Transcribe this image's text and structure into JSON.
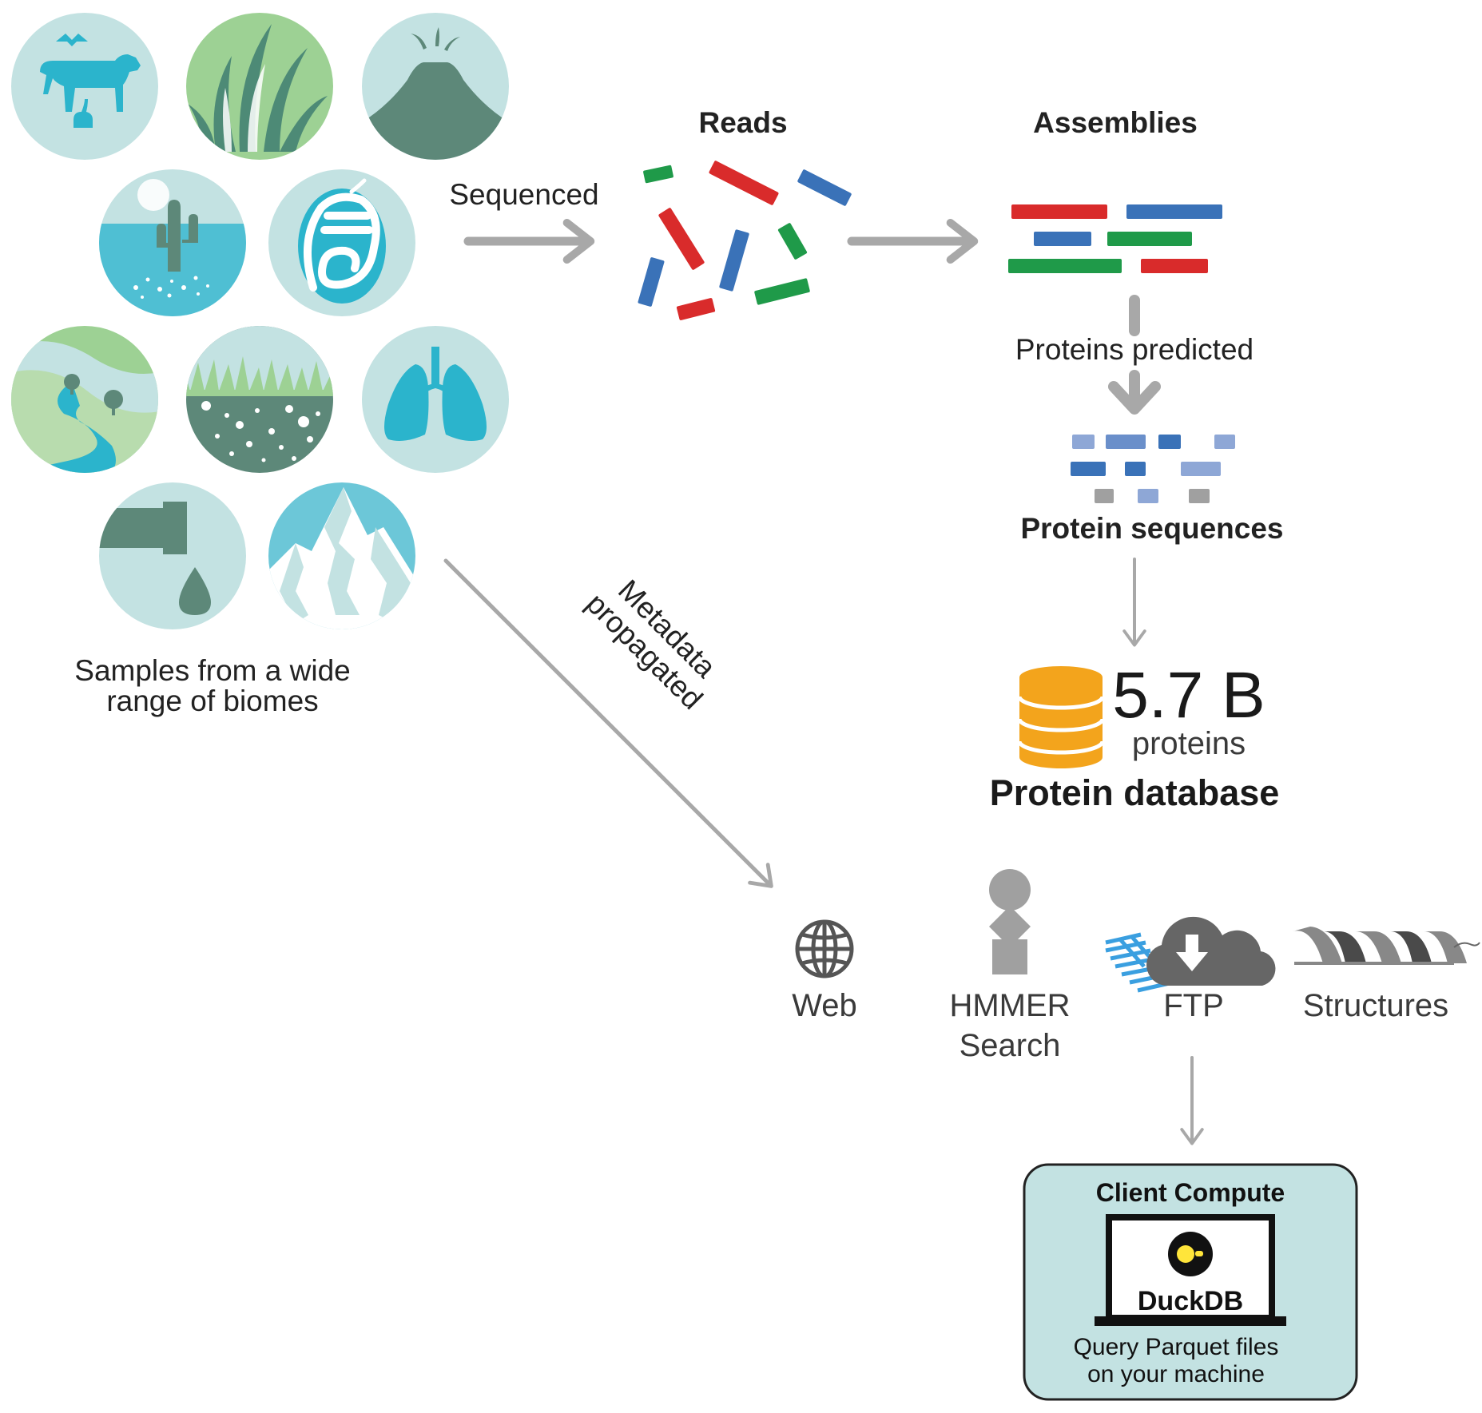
{
  "colors": {
    "circle_light": "#c3e2e2",
    "circle_green": "#9dd194",
    "teal": "#2bb4cc",
    "dark_slate": "#5d8879",
    "arrow_grey": "#a8a8a8",
    "red": "#d92b2b",
    "blue": "#3a72b8",
    "green": "#1f9a49",
    "db_orange": "#f3a41c",
    "client_box": "#c3e2e2",
    "duck_yellow": "#ffe53a"
  },
  "biomes": {
    "caption_line1": "Samples from a wide",
    "caption_line2": "range of biomes",
    "icons": [
      "livestock-icon",
      "grass-icon",
      "volcano-icon",
      "desert-aquatic-icon",
      "gut-icon",
      "river-landscape-icon",
      "soil-icon",
      "lungs-icon",
      "wastewater-pipe-icon",
      "glacier-mountain-icon"
    ]
  },
  "flow": {
    "sequenced": "Sequenced",
    "reads": "Reads",
    "assemblies": "Assemblies",
    "proteins_predicted": "Proteins predicted",
    "protein_sequences": "Protein sequences",
    "metadata_line1": "Metadata",
    "metadata_line2": "propagated"
  },
  "database": {
    "count": "5.7 B",
    "unit": "proteins",
    "title": "Protein database"
  },
  "access": {
    "web": "Web",
    "hmmer_line1": "HMMER",
    "hmmer_line2": "Search",
    "ftp": "FTP",
    "structures": "Structures"
  },
  "client": {
    "title": "Client Compute",
    "brand": "DuckDB",
    "desc_line1": "Query Parquet files",
    "desc_line2": "on your machine"
  }
}
